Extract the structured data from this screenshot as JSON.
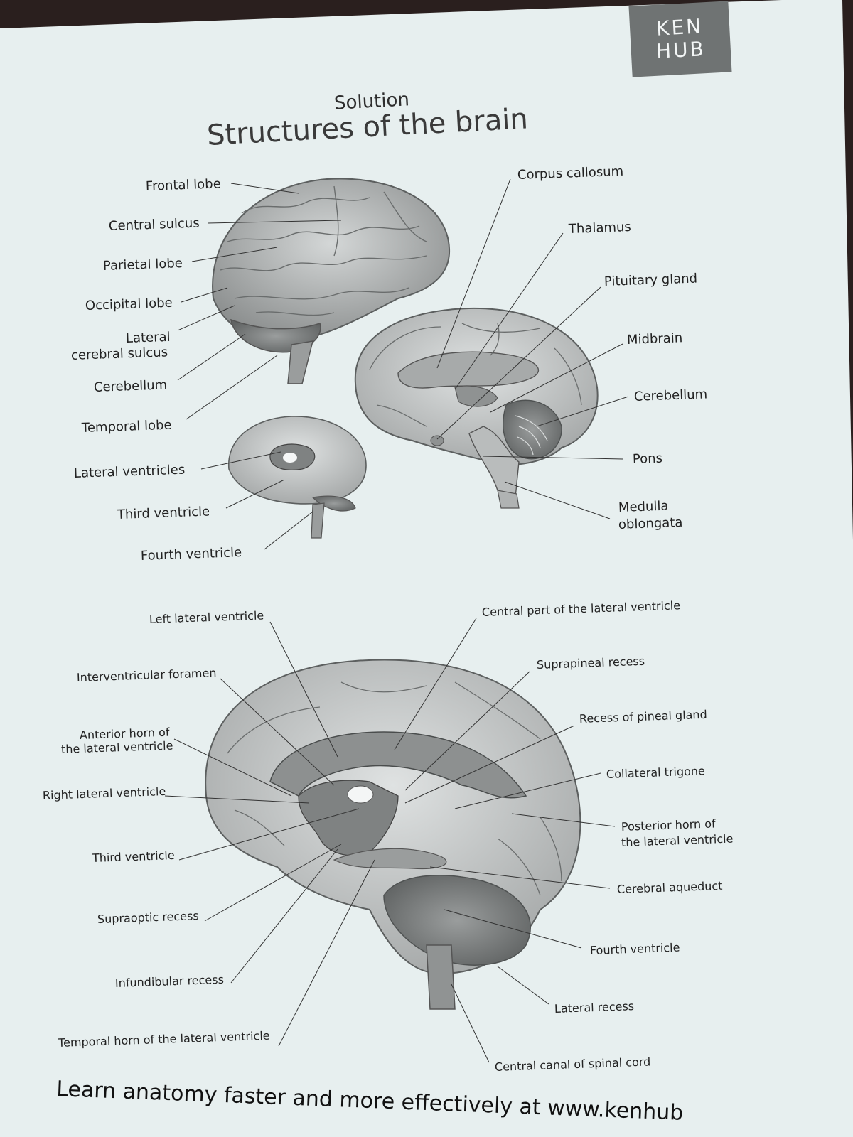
{
  "logo": {
    "line1": "KEN",
    "line2": "HUB"
  },
  "header": {
    "solution": "Solution",
    "title": "Structures of the brain"
  },
  "labels": {
    "frontal_lobe": "Frontal lobe",
    "central_sulcus": "Central sulcus",
    "parietal_lobe": "Parietal lobe",
    "occipital_lobe": "Occipital lobe",
    "lateral_cerebral_sulcus_1": "Lateral",
    "lateral_cerebral_sulcus_2": "cerebral sulcus",
    "cerebellum_left": "Cerebellum",
    "temporal_lobe": "Temporal lobe",
    "lateral_ventricles": "Lateral ventricles",
    "third_ventricle_top": "Third ventricle",
    "fourth_ventricle_top": "Fourth ventricle",
    "corpus_callosum": "Corpus callosum",
    "thalamus": "Thalamus",
    "pituitary_gland": "Pituitary gland",
    "midbrain": "Midbrain",
    "cerebellum_right": "Cerebellum",
    "pons": "Pons",
    "medulla_1": "Medulla",
    "medulla_2": "oblongata",
    "left_lateral_ventricle": "Left lateral ventricle",
    "interventricular_foramen": "Interventricular foramen",
    "anterior_horn_1": "Anterior horn of",
    "anterior_horn_2": "the lateral ventricle",
    "right_lateral_ventricle": "Right lateral ventricle",
    "third_ventricle_bottom": "Third ventricle",
    "supraoptic_recess": "Supraoptic recess",
    "infundibular_recess": "Infundibular recess",
    "temporal_horn": "Temporal horn of the lateral ventricle",
    "central_part": "Central part of the lateral ventricle",
    "suprapineal_recess": "Suprapineal recess",
    "recess_pineal": "Recess of pineal gland",
    "collateral_trigone": "Collateral trigone",
    "posterior_horn_1": "Posterior horn of",
    "posterior_horn_2": "the lateral ventricle",
    "cerebral_aqueduct": "Cerebral aqueduct",
    "fourth_ventricle_bottom": "Fourth ventricle",
    "lateral_recess": "Lateral recess",
    "central_canal": "Central canal of spinal cord"
  },
  "footer": {
    "text": "Learn anatomy faster and more effectively at www.kenhub"
  }
}
